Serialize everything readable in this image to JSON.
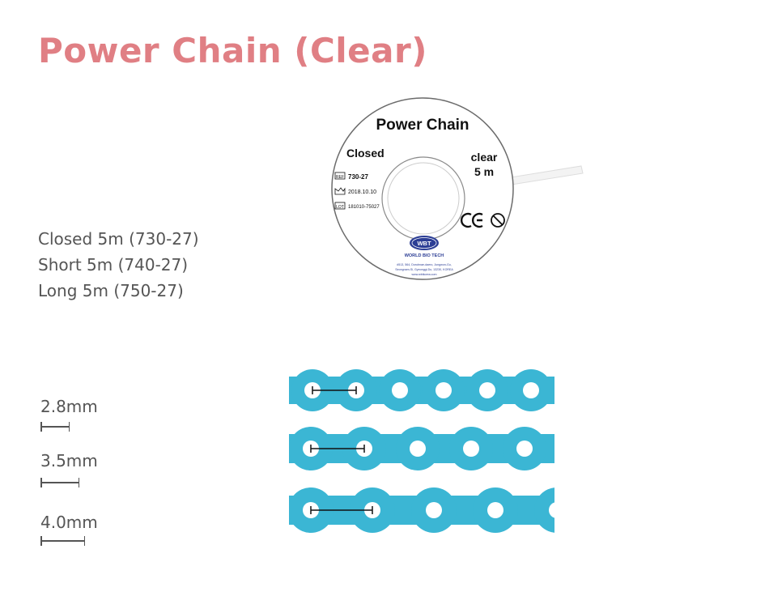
{
  "title": "Power Chain (Clear)",
  "variants": [
    "Closed 5m (730-27)",
    "Short 5m (740-27)",
    "Long 5m (750-27)"
  ],
  "sizes": [
    {
      "label": "2.8mm"
    },
    {
      "label": "3.5mm"
    },
    {
      "label": "4.0mm"
    }
  ],
  "spool": {
    "product": "Power Chain",
    "type": "Closed",
    "color": "clear",
    "length": "5 m",
    "ref_badge": "REF",
    "ref": "730-27",
    "date": "2018.10.10",
    "lot_badge": "LOT",
    "lot": "181010-75027",
    "brand_logo": "WBT",
    "brand": "WORLD BIO TECH",
    "address_line1": "#513, 564, Dorubnae-daero, Jungwon-Gu,",
    "address_line2": "Seongnam-Si, Gyeonggi-Do, 13230, KOREA",
    "website": "www.wbtkorea.com"
  },
  "colors": {
    "title": "#e07f84",
    "chain": "#3bb6d4"
  }
}
